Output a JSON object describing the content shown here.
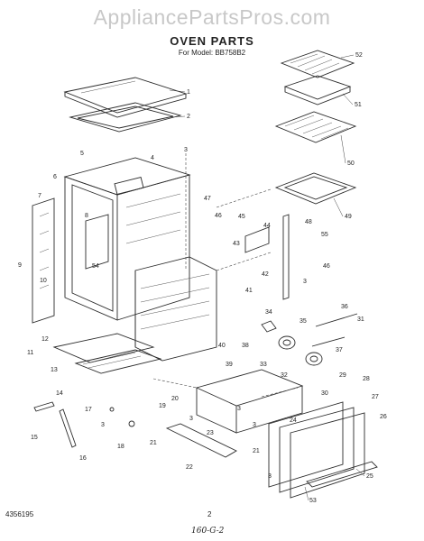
{
  "watermark": "AppliancePartsPros.com",
  "title": "OVEN PARTS",
  "model": "For Model: BB758B2",
  "footer": {
    "left_code": "4356195",
    "page_number": "2",
    "handwritten": "160-G-2"
  },
  "callouts": [
    {
      "id": "c1",
      "label": "1"
    },
    {
      "id": "c2",
      "label": "2"
    },
    {
      "id": "c3a",
      "label": "3"
    },
    {
      "id": "c4",
      "label": "4"
    },
    {
      "id": "c5",
      "label": "5"
    },
    {
      "id": "c6",
      "label": "6"
    },
    {
      "id": "c7",
      "label": "7"
    },
    {
      "id": "c8",
      "label": "8"
    },
    {
      "id": "c9",
      "label": "9"
    },
    {
      "id": "c10",
      "label": "10"
    },
    {
      "id": "c11",
      "label": "11"
    },
    {
      "id": "c12",
      "label": "12"
    },
    {
      "id": "c13",
      "label": "13"
    },
    {
      "id": "c14",
      "label": "14"
    },
    {
      "id": "c15",
      "label": "15"
    },
    {
      "id": "c16",
      "label": "16"
    },
    {
      "id": "c17",
      "label": "17"
    },
    {
      "id": "c18",
      "label": "18"
    },
    {
      "id": "c19",
      "label": "19"
    },
    {
      "id": "c20",
      "label": "20"
    },
    {
      "id": "c21a",
      "label": "21"
    },
    {
      "id": "c21b",
      "label": "21"
    },
    {
      "id": "c22",
      "label": "22"
    },
    {
      "id": "c23",
      "label": "23"
    },
    {
      "id": "c24",
      "label": "24"
    },
    {
      "id": "c25",
      "label": "25"
    },
    {
      "id": "c26",
      "label": "26"
    },
    {
      "id": "c27",
      "label": "27"
    },
    {
      "id": "c28",
      "label": "28"
    },
    {
      "id": "c29",
      "label": "29"
    },
    {
      "id": "c30",
      "label": "30"
    },
    {
      "id": "c31",
      "label": "31"
    },
    {
      "id": "c32",
      "label": "32"
    },
    {
      "id": "c33",
      "label": "33"
    },
    {
      "id": "c34",
      "label": "34"
    },
    {
      "id": "c35",
      "label": "35"
    },
    {
      "id": "c36",
      "label": "36"
    },
    {
      "id": "c37",
      "label": "37"
    },
    {
      "id": "c38",
      "label": "38"
    },
    {
      "id": "c39",
      "label": "39"
    },
    {
      "id": "c40",
      "label": "40"
    },
    {
      "id": "c41",
      "label": "41"
    },
    {
      "id": "c42",
      "label": "42"
    },
    {
      "id": "c43",
      "label": "43"
    },
    {
      "id": "c44",
      "label": "44"
    },
    {
      "id": "c45",
      "label": "45"
    },
    {
      "id": "c46a",
      "label": "46"
    },
    {
      "id": "c46b",
      "label": "46"
    },
    {
      "id": "c47",
      "label": "47"
    },
    {
      "id": "c48",
      "label": "48"
    },
    {
      "id": "c49",
      "label": "49"
    },
    {
      "id": "c50",
      "label": "50"
    },
    {
      "id": "c51",
      "label": "51"
    },
    {
      "id": "c52",
      "label": "52"
    },
    {
      "id": "c53",
      "label": "53"
    },
    {
      "id": "c54",
      "label": "54"
    },
    {
      "id": "c55",
      "label": "55"
    },
    {
      "id": "c3b",
      "label": "3"
    },
    {
      "id": "c3c",
      "label": "3"
    },
    {
      "id": "c3d",
      "label": "3"
    },
    {
      "id": "c3e",
      "label": "3"
    },
    {
      "id": "c3f",
      "label": "3"
    },
    {
      "id": "c3g",
      "label": "3"
    }
  ]
}
